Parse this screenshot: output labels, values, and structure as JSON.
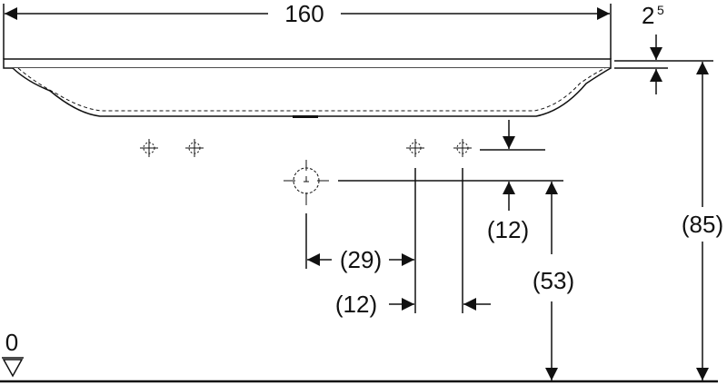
{
  "drawing": {
    "line_color": "#111111",
    "background": "#ffffff",
    "dimensions": {
      "overall_width": "160",
      "rim_thickness_base": "2",
      "rim_thickness_sup": "5",
      "drain_height": "(53)",
      "total_height": "(85)",
      "fixing_offset_vertical": "(12)",
      "drain_to_fixing": "(29)",
      "fixing_spacing": "(12)",
      "floor_level": "0"
    }
  }
}
